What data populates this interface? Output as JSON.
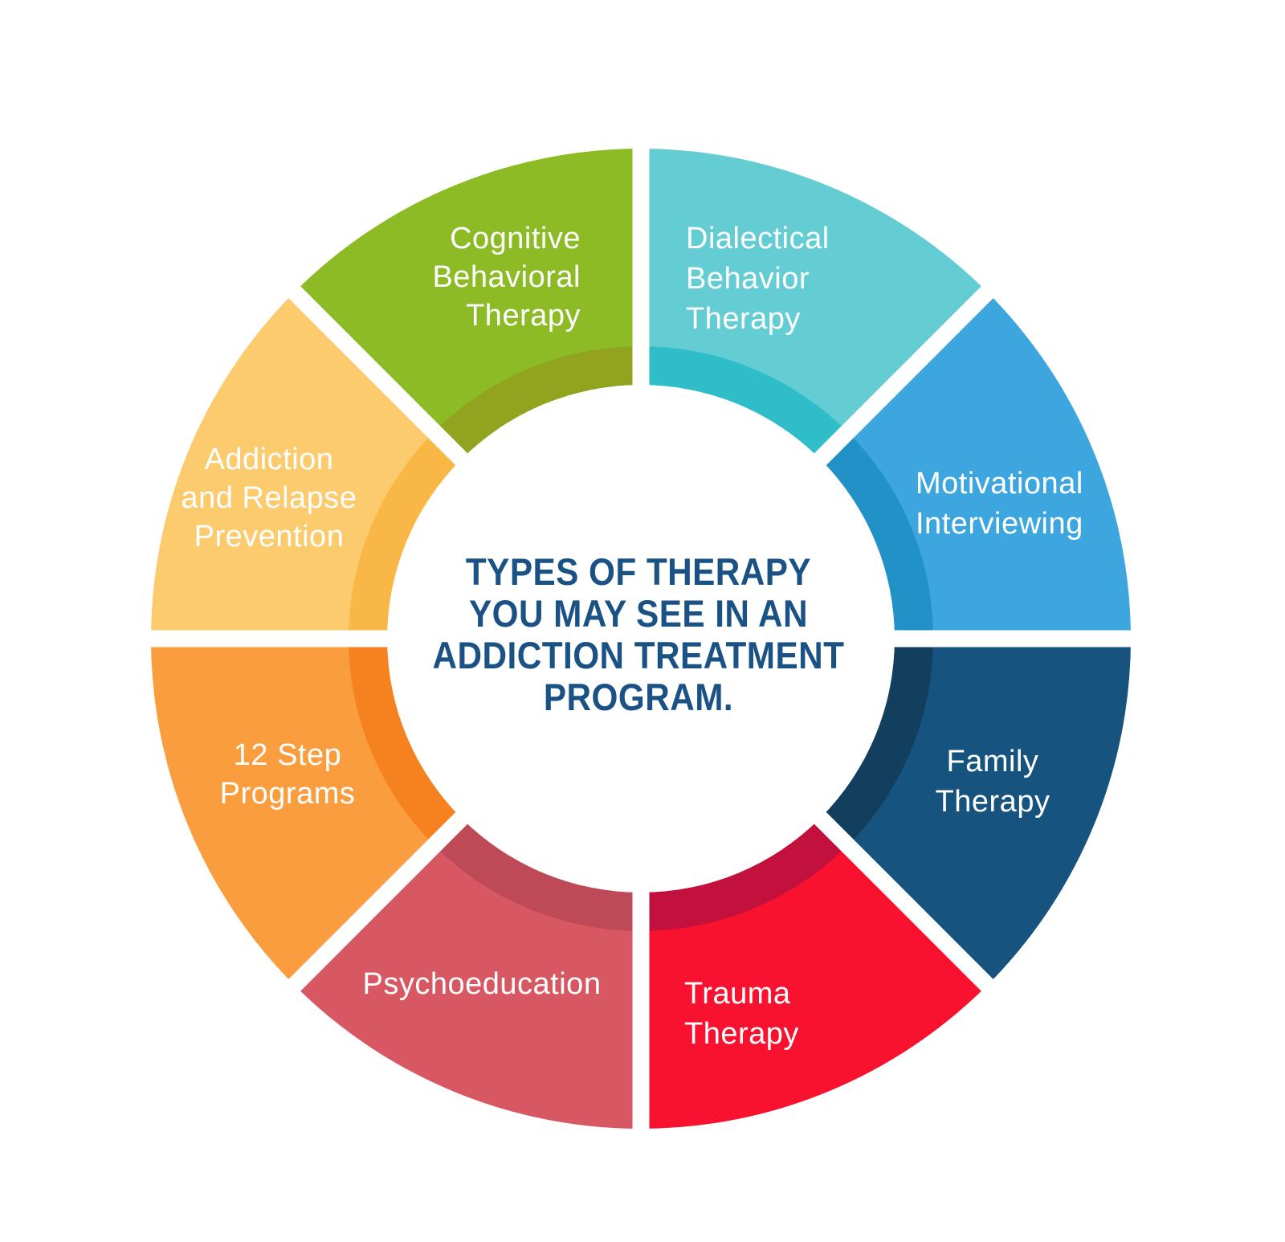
{
  "background_color": "#FFFFFF",
  "center_title": {
    "lines": [
      "TYPES OF THERAPY",
      "YOU MAY SEE IN AN",
      "ADDICTION TREATMENT",
      "PROGRAM."
    ],
    "color": "#1B5286"
  },
  "wheel": {
    "label_color": "#FFFFFF",
    "gap_color": "#FFFFFF",
    "segments": [
      {
        "id": "dialectical-behavior-therapy",
        "label_lines": [
          "Dialectical",
          "Behavior",
          "Therapy"
        ],
        "color": "#64CDD4",
        "inner_band_color": "#2FBEC9"
      },
      {
        "id": "motivational-interviewing",
        "label_lines": [
          "Motivational",
          "Interviewing"
        ],
        "color": "#3DA6DF",
        "inner_band_color": "#2191C8"
      },
      {
        "id": "family-therapy",
        "label_lines": [
          "Family",
          "Therapy"
        ],
        "color": "#16537F",
        "inner_band_color": "#133F5F"
      },
      {
        "id": "trauma-therapy",
        "label_lines": [
          "Trauma",
          "Therapy"
        ],
        "color": "#F8122F",
        "inner_band_color": "#C1113C"
      },
      {
        "id": "psychoeducation",
        "label_lines": [
          "Psychoeducation"
        ],
        "color": "#D75862",
        "inner_band_color": "#BE4A57"
      },
      {
        "id": "12-step-programs",
        "label_lines": [
          "12 Step",
          "Programs"
        ],
        "color": "#F99D3E",
        "inner_band_color": "#F5821F"
      },
      {
        "id": "addiction-and-relapse-prevention",
        "label_lines": [
          "Addiction",
          "and Relapse",
          "Prevention"
        ],
        "color": "#FBCB6E",
        "inner_band_color": "#F9B846"
      },
      {
        "id": "cognitive-behavioral-therapy",
        "label_lines": [
          "Cognitive",
          "Behavioral",
          "Therapy"
        ],
        "color": "#8CBB26",
        "inner_band_color": "#92A320"
      }
    ]
  }
}
